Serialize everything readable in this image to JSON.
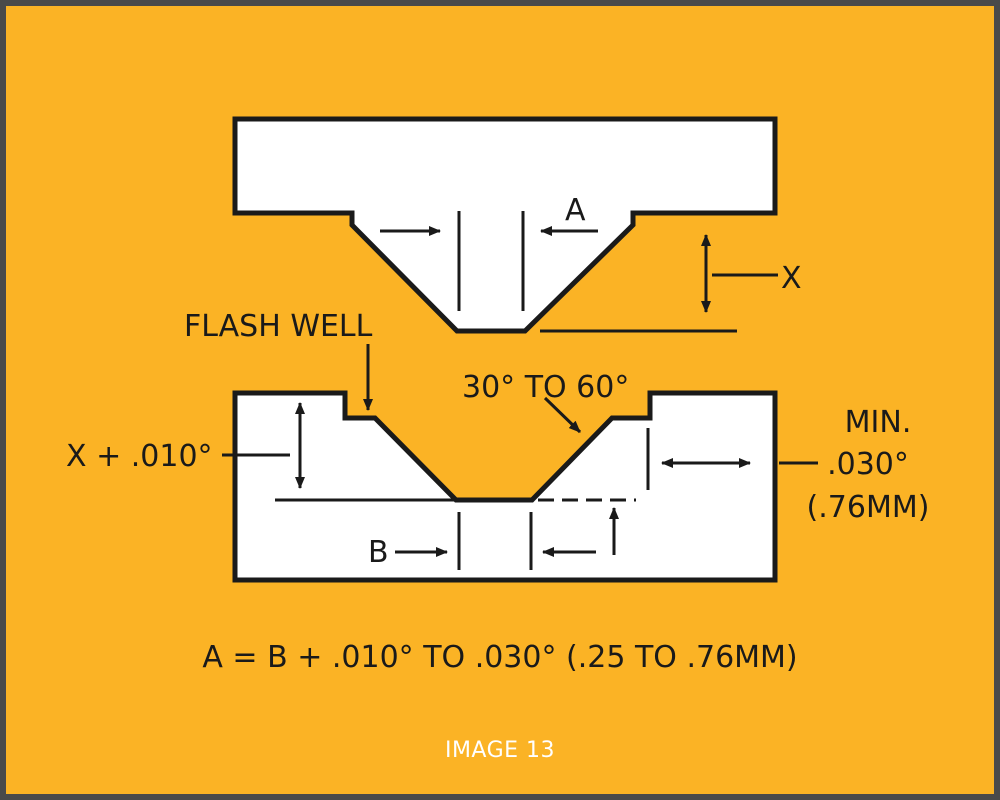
{
  "colors": {
    "background": "#fbb325",
    "border": "#4a4a4a",
    "part_fill": "#ffffff",
    "line": "#1a1a1a",
    "caption_text": "#ffffff"
  },
  "labels": {
    "a": "A",
    "x": "X",
    "flash_well": "FLASH WELL",
    "angle_range": "30° TO 60°",
    "x_plus": "X + .010°",
    "min_line1": "MIN.",
    "min_line2": ".030°",
    "min_line3": "(.76MM)",
    "b": "B",
    "formula": "A = B + .010° TO .030° (.25 TO .76MM)",
    "caption": "IMAGE 13"
  }
}
